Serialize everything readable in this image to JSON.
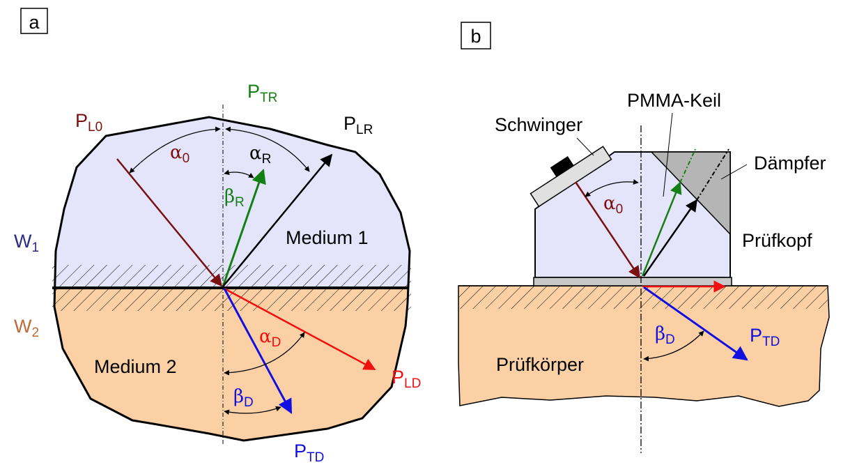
{
  "panel_a": {
    "panel_label": "a",
    "wave_incident": {
      "base": "P",
      "sub": "L0"
    },
    "wave_reflected_transverse": {
      "base": "P",
      "sub": "TR"
    },
    "wave_reflected_longitudinal": {
      "base": "P",
      "sub": "LR"
    },
    "wave_refracted_longitudinal": {
      "base": "P",
      "sub": "LD"
    },
    "wave_refracted_transverse": {
      "base": "P",
      "sub": "TD"
    },
    "angle_incident": {
      "base": "α",
      "sub": "0"
    },
    "angle_reflected": {
      "base": "α",
      "sub": "R"
    },
    "angle_reflected_transverse": {
      "base": "β",
      "sub": "R"
    },
    "angle_refracted": {
      "base": "α",
      "sub": "D"
    },
    "angle_refracted_transverse": {
      "base": "β",
      "sub": "D"
    },
    "impedance_1": {
      "base": "W",
      "sub": "1"
    },
    "impedance_2": {
      "base": "W",
      "sub": "2"
    },
    "medium_1": "Medium 1",
    "medium_2": "Medium 2"
  },
  "panel_b": {
    "panel_label": "b",
    "transducer": "Schwinger",
    "wedge": "PMMA-Keil",
    "damper": "Dämpfer",
    "probe": "Prüfkopf",
    "test_body": "Prüfkörper",
    "angle_incident": {
      "base": "α",
      "sub": "0"
    },
    "angle_refracted_transverse": {
      "base": "β",
      "sub": "D"
    },
    "wave_refracted_transverse": {
      "base": "P",
      "sub": "TD"
    }
  },
  "colors": {
    "medium1_fill": "#e4e4fa",
    "medium2_fill": "#fbd0a4",
    "incident": "#7a1010",
    "reflected_transverse": "#138013",
    "refracted_longitudinal": "#f01010",
    "refracted_transverse": "#1010e0",
    "W1_label": "#2a2a8a",
    "W2_label": "#c06a3a",
    "damper_fill": "#b5b5b5"
  }
}
